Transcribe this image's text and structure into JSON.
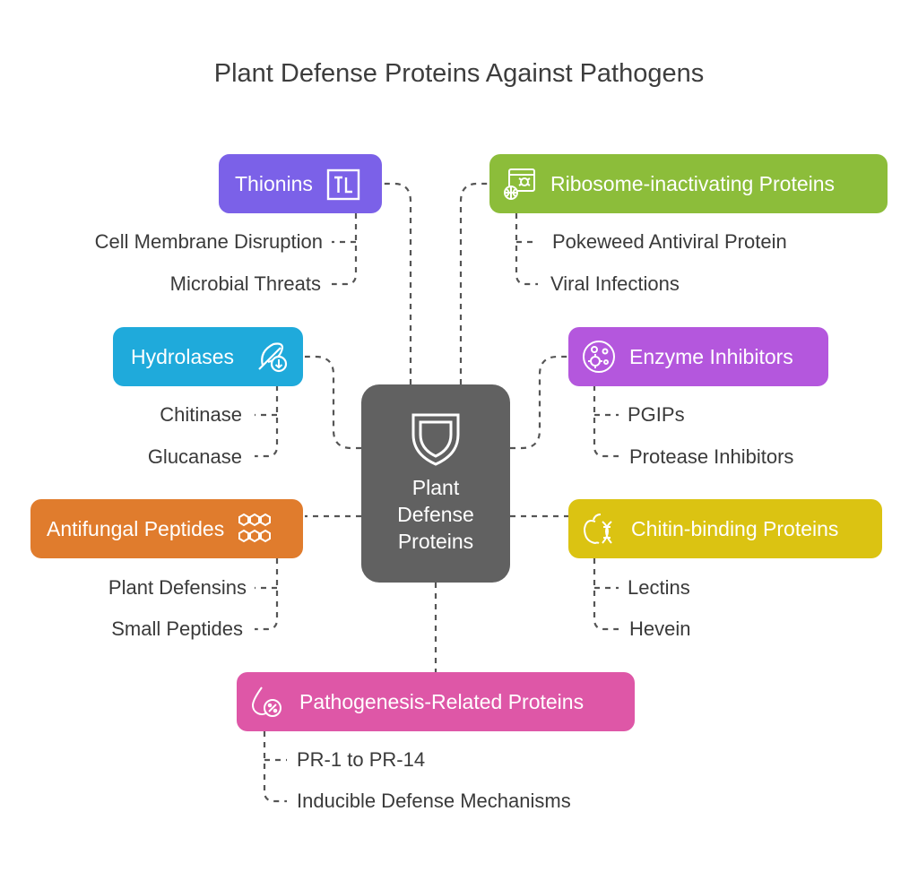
{
  "title": "Plant Defense Proteins Against Pathogens",
  "center": {
    "label": "Plant\nDefense\nProteins",
    "icon": "shield-icon",
    "color": "#616161"
  },
  "categories": [
    {
      "id": "thionins",
      "label": "Thionins",
      "icon": "thionin-icon",
      "color": "#7b61e8",
      "items": [
        "Cell Membrane Disruption",
        "Microbial Threats"
      ]
    },
    {
      "id": "hydrolases",
      "label": "Hydrolases",
      "icon": "feather-down-icon",
      "color": "#1faadb",
      "items": [
        "Chitinase",
        "Glucanase"
      ]
    },
    {
      "id": "antifungal",
      "label": "Antifungal Peptides",
      "icon": "hexagon-cluster-icon",
      "color": "#e07c2d",
      "items": [
        "Plant Defensins",
        "Small Peptides"
      ]
    },
    {
      "id": "ribosome",
      "label": "Ribosome-inactivating Proteins",
      "icon": "browser-bug-icon",
      "color": "#8cbd3a",
      "items": [
        "Pokeweed Antiviral Protein",
        "Viral Infections"
      ]
    },
    {
      "id": "enzyme",
      "label": "Enzyme Inhibitors",
      "icon": "virus-cell-icon",
      "color": "#b457dd",
      "items": [
        "PGIPs",
        "Protease Inhibitors"
      ]
    },
    {
      "id": "chitin",
      "label": "Chitin-binding Proteins",
      "icon": "apple-dna-icon",
      "color": "#dbc312",
      "items": [
        "Lectins",
        "Hevein"
      ]
    },
    {
      "id": "pathogenesis",
      "label": "Pathogenesis-Related Proteins",
      "icon": "drop-percent-icon",
      "color": "#de57a7",
      "items": [
        "PR-1 to PR-14",
        "Inducible Defense Mechanisms"
      ]
    }
  ]
}
